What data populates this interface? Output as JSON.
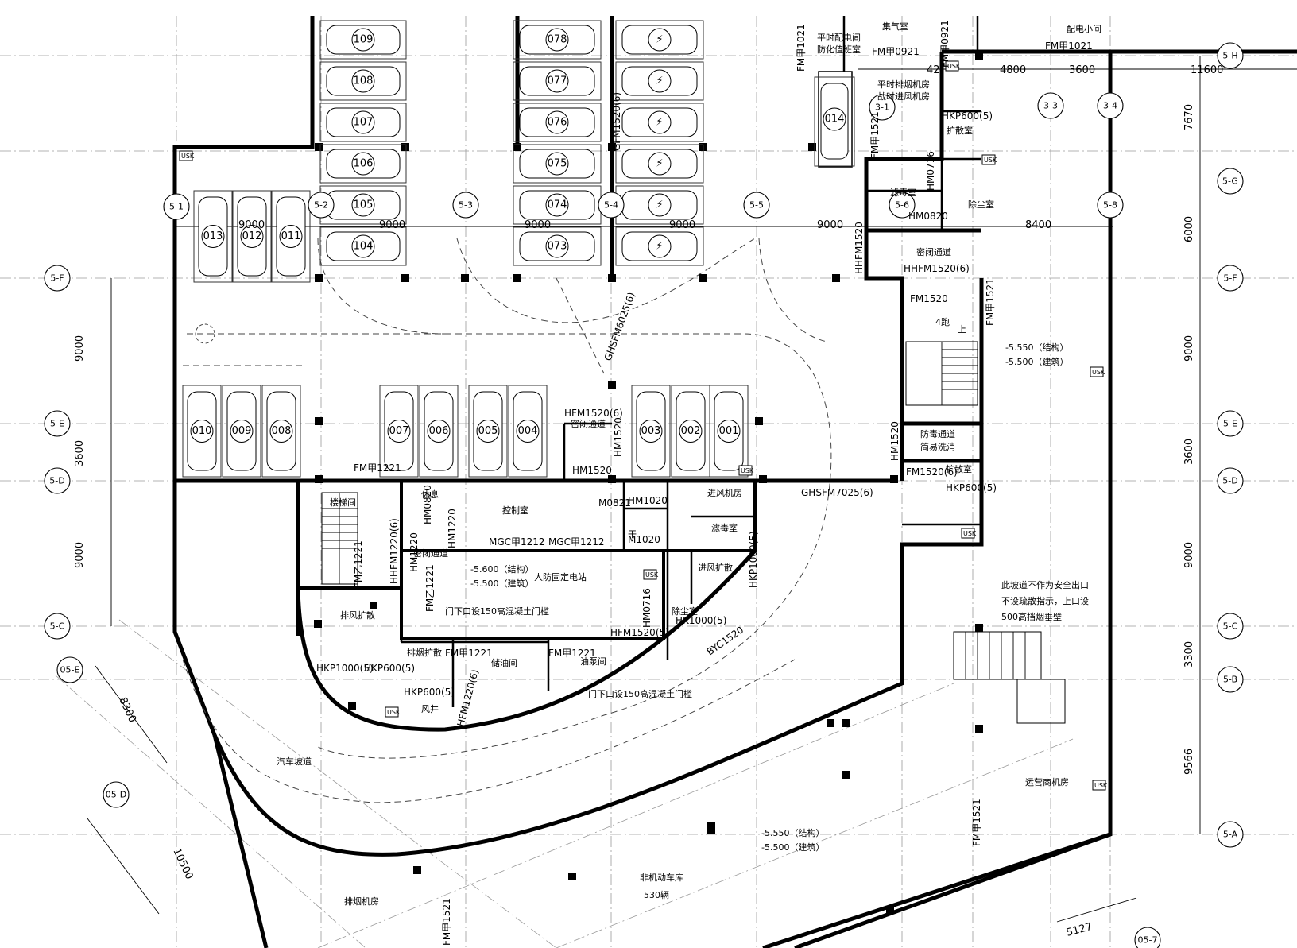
{
  "drawing": {
    "grid_bubbles": [
      {
        "id": "b-5-1",
        "label": "5-1"
      },
      {
        "id": "b-5-2",
        "label": "5-2"
      },
      {
        "id": "b-5-3",
        "label": "5-3"
      },
      {
        "id": "b-5-4",
        "label": "5-4"
      },
      {
        "id": "b-5-5",
        "label": "5-5"
      },
      {
        "id": "b-5-6",
        "label": "5-6"
      },
      {
        "id": "b-5-8",
        "label": "5-8"
      },
      {
        "id": "b-3-1",
        "label": "3-1"
      },
      {
        "id": "b-3-3",
        "label": "3-3"
      },
      {
        "id": "b-3-4",
        "label": "3-4"
      },
      {
        "id": "b-5-H",
        "label": "5-H"
      },
      {
        "id": "b-5-G",
        "label": "5-G"
      },
      {
        "id": "b-5-F-r",
        "label": "5-F"
      },
      {
        "id": "b-5-E-r",
        "label": "5-E"
      },
      {
        "id": "b-5-D-r",
        "label": "5-D"
      },
      {
        "id": "b-5-C-r",
        "label": "5-C"
      },
      {
        "id": "b-5-B",
        "label": "5-B"
      },
      {
        "id": "b-5-A",
        "label": "5-A"
      },
      {
        "id": "b-5-F-l",
        "label": "5-F"
      },
      {
        "id": "b-5-E-l",
        "label": "5-E"
      },
      {
        "id": "b-5-D-l",
        "label": "5-D"
      },
      {
        "id": "b-5-C-l",
        "label": "5-C"
      },
      {
        "id": "b-05-E",
        "label": "05-E"
      },
      {
        "id": "b-05-D",
        "label": "05-D"
      },
      {
        "id": "b-05-7",
        "label": "05-7"
      }
    ],
    "dimensions": {
      "top_9000_a": "9000",
      "top_9000_b": "9000",
      "top_9000_c": "9000",
      "top_9000_d": "9000",
      "top_9000_e": "9000",
      "top_8400": "8400",
      "top_4800": "4800",
      "top_3600": "3600",
      "top_11600": "11600",
      "top_4200": "42",
      "left_9000_a": "9000",
      "left_3600": "3600",
      "left_9000_b": "9000",
      "right_7670": "7670",
      "right_6000": "6000",
      "right_9000_a": "9000",
      "right_3600": "3600",
      "right_9000_b": "9000",
      "right_3300": "3300",
      "right_9566": "9566",
      "diag_8300": "8300",
      "diag_10500": "10500",
      "diag_5127": "5127"
    },
    "parking": {
      "top_left_stack": [
        "109",
        "108",
        "107",
        "106",
        "105",
        "104"
      ],
      "top_mid_stack": [
        "078",
        "077",
        "076",
        "075",
        "074",
        "073"
      ],
      "top_right_stack": [
        "ev",
        "ev",
        "ev",
        "ev",
        "ev",
        "ev"
      ],
      "left_pocket": [
        "013",
        "012",
        "011"
      ],
      "middle_row": [
        "010",
        "009",
        "008",
        "007",
        "006",
        "005",
        "004",
        "003",
        "002",
        "001"
      ],
      "small_014": "014"
    },
    "rooms": {
      "control_room": "控制室",
      "rest": "休息",
      "stair_room": "楼梯间",
      "sealed_passage_a": "密闭通道",
      "sealed_passage_b": "密闭通道",
      "sealed_passage_c": "密闭通道",
      "intake_room": "进风机房",
      "filter_room_a": "滤毒室",
      "filter_room_b": "滤毒室",
      "intake_expand": "进风扩散",
      "exhaust_expand": "排风扩散",
      "smoke_expand": "排烟扩散",
      "oil_storage": "储油间",
      "oil_pump": "油泵间",
      "dust_room": "除尘室",
      "dust_room_b": "除尘室",
      "power_station": "人防固定电站",
      "level_left_a": "-5.600（结构）",
      "level_left_b": "-5.500（建筑）",
      "door_sill_a": "门下口设150高混凝土门槛",
      "door_sill_b": "门下口设150高混凝土门槛",
      "wind_shaft": "风井",
      "dry": "干",
      "gas_room": "集气室",
      "power_room_top": "平时配电间",
      "guard_room": "防化值班室",
      "smoke_fan_top_a": "平时排烟机房",
      "smoke_fan_top_b": "战时进风机房",
      "expand_room_a": "扩散室",
      "expand_room_b": "扩散室",
      "distribution_small": "配电小间",
      "stair4": "4跑",
      "up": "上",
      "decon_a": "防毒通道",
      "decon_b": "简易洗消",
      "level_right_a": "-5.550（结构）",
      "level_right_b": "-5.500（建筑）",
      "ramp_note_a": "此坡道不作为安全出口",
      "ramp_note_b": "不设疏散指示，上口设",
      "ramp_note_c": "500高挡烟垂壁",
      "car_ramp": "汽车坡道",
      "level_bottom_a": "-5.550（结构）",
      "level_bottom_b": "-5.500（建筑）",
      "bike_garage_a": "非机动车库",
      "bike_garage_b": "530辆",
      "smoke_fan_room": "排烟机房",
      "operator_room": "运营商机房"
    },
    "doors": {
      "d1": "FM甲1221",
      "d2": "MGC甲1212",
      "d3": "MGC甲1212",
      "d4": "M0821",
      "d5": "HM1020",
      "d6": "M1020",
      "d7": "HFM1520(6)",
      "d8": "HM1520",
      "d9": "HM1520",
      "d10": "GHSFM7025(6)",
      "d11": "GHSFM6025(6)",
      "d12": "FM甲1221",
      "d13": "FM甲1221",
      "d14": "HKP1000(5)",
      "d15": "HKP600(5)",
      "d16": "HKP600(5)",
      "d17": "BYC1520",
      "d18": "HFM1520(5)",
      "d19": "HM0716",
      "d20": "HK1000(5)",
      "d21": "HKP1000(5)",
      "d22": "FM甲1021",
      "d23": "FM甲0921",
      "d24": "FM甲1021",
      "d25": "FM甲1521",
      "d26": "HM0716",
      "d27": "HM0820",
      "d28": "HHFM1520(6)",
      "d29": "HHFM1520",
      "d30": "FM1520",
      "d31": "FM甲1521",
      "d32": "HM1520",
      "d33": "FM1520(6)",
      "d34": "HKP600(5)",
      "d35": "FM甲1521",
      "d36": "FM甲1521",
      "d37": "HKP600(5)",
      "d38": "FM乙1221",
      "d39": "HHFM1220(6)",
      "d40": "HM1220",
      "d41": "GFM1520(6)",
      "d42": "HM0820",
      "d43": "FM甲0921",
      "d44": "HM1220",
      "d45": "HFM1220(6)",
      "d46": "FM乙1221"
    },
    "equipment_tag": "USK"
  }
}
